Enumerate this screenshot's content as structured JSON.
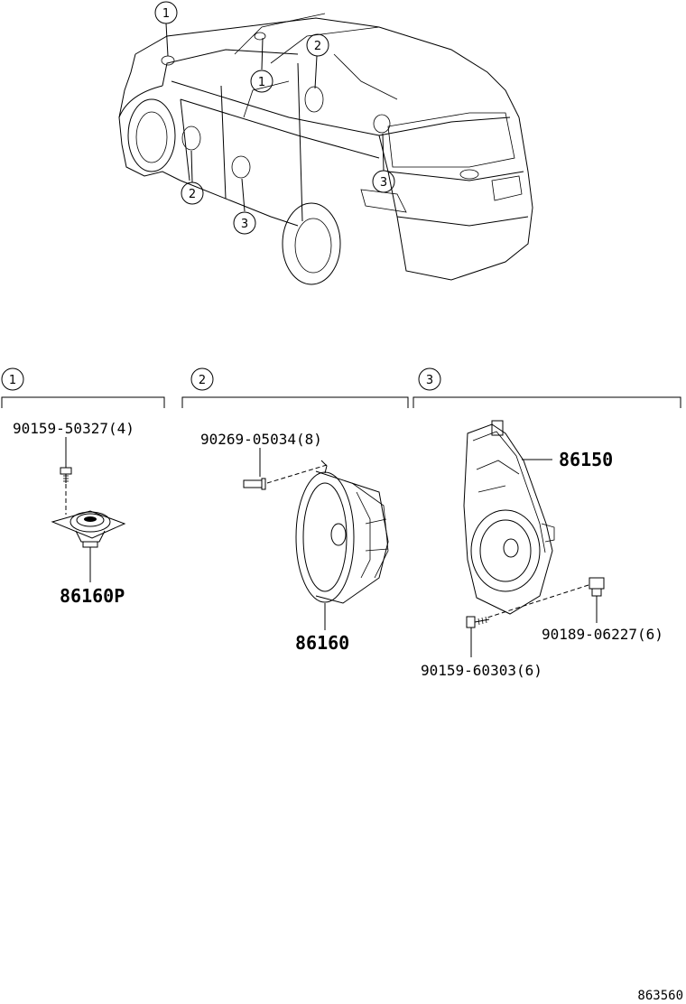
{
  "callouts": {
    "c1": "1",
    "c2": "2",
    "c3": "3"
  },
  "sections": [
    {
      "num": "1"
    },
    {
      "num": "2"
    },
    {
      "num": "3"
    }
  ],
  "parts": {
    "p90159_50327": "90159-50327(4)",
    "p86160P": "86160P",
    "p90269_05034": "90269-05034(8)",
    "p86160": "86160",
    "p86150": "86150",
    "p90189_06227": "90189-06227(6)",
    "p90159_60303": "90159-60303(6)"
  },
  "diagram_ref": "863560"
}
